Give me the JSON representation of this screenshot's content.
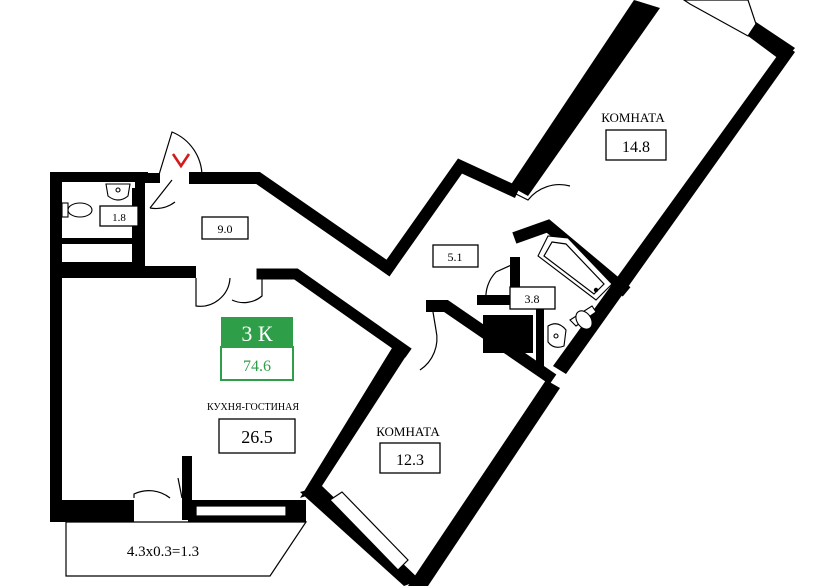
{
  "rooms": {
    "bedroom_top": {
      "name": "КОМНАТА",
      "area": "14.8"
    },
    "bedroom_bottom": {
      "name": "КОМНАТА",
      "area": "12.3"
    },
    "kitchen_living": {
      "name": "КУХНЯ-ГОСТИНАЯ",
      "area": "26.5"
    },
    "hall": {
      "area": "9.0"
    },
    "corridor": {
      "area": "5.1"
    },
    "bathroom": {
      "area": "3.8"
    },
    "toilet": {
      "area": "1.8"
    }
  },
  "summary": {
    "type": "3 К",
    "total_area": "74.6"
  },
  "balcony": {
    "label": "4.3х0.3=1.3"
  },
  "colors": {
    "accent": "#2e9e48",
    "wall": "#000000"
  },
  "icons": [
    "entrance-arrow-icon",
    "toilet-icon",
    "sink-icon",
    "bathtub-icon",
    "door-swing-icon"
  ]
}
